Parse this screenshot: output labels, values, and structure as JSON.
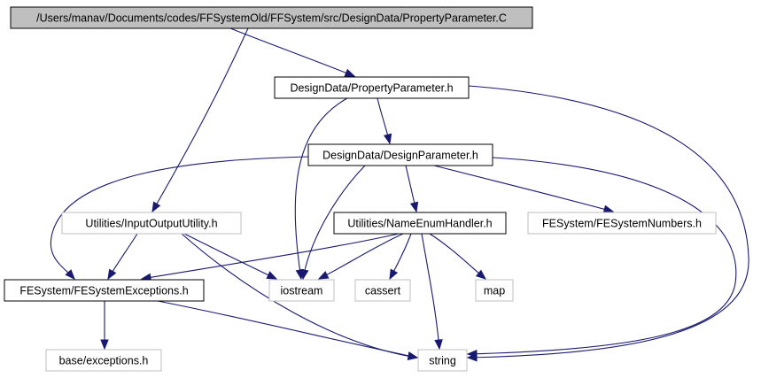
{
  "diagram": {
    "nodes": [
      {
        "id": "n_property_c",
        "label": "/Users/manav/Documents/codes/FFSystemOld/FFSystem/src/DesignData/PropertyParameter.C",
        "style": "filled"
      },
      {
        "id": "n_property_h",
        "label": "DesignData/PropertyParameter.h",
        "style": "bold"
      },
      {
        "id": "n_design_h",
        "label": "DesignData/DesignParameter.h",
        "style": "bold"
      },
      {
        "id": "n_ioutil",
        "label": "Utilities/InputOutputUtility.h",
        "style": "plain"
      },
      {
        "id": "n_nameenum",
        "label": "Utilities/NameEnumHandler.h",
        "style": "bold"
      },
      {
        "id": "n_numbers",
        "label": "FESystem/FESystemNumbers.h",
        "style": "plain"
      },
      {
        "id": "n_exceptions",
        "label": "FESystem/FESystemExceptions.h",
        "style": "bold"
      },
      {
        "id": "n_iostream",
        "label": "iostream",
        "style": "plain"
      },
      {
        "id": "n_cassert",
        "label": "cassert",
        "style": "plain"
      },
      {
        "id": "n_map",
        "label": "map",
        "style": "plain"
      },
      {
        "id": "n_base_exc",
        "label": "base/exceptions.h",
        "style": "plain"
      },
      {
        "id": "n_string",
        "label": "string",
        "style": "plain"
      }
    ],
    "edges": [
      {
        "from": "n_property_c",
        "to": "n_property_h"
      },
      {
        "from": "n_property_c",
        "to": "n_ioutil"
      },
      {
        "from": "n_property_h",
        "to": "n_design_h"
      },
      {
        "from": "n_property_h",
        "to": "n_iostream"
      },
      {
        "from": "n_property_h",
        "to": "n_string"
      },
      {
        "from": "n_design_h",
        "to": "n_exceptions"
      },
      {
        "from": "n_design_h",
        "to": "n_iostream"
      },
      {
        "from": "n_design_h",
        "to": "n_nameenum"
      },
      {
        "from": "n_design_h",
        "to": "n_numbers"
      },
      {
        "from": "n_design_h",
        "to": "n_string"
      },
      {
        "from": "n_ioutil",
        "to": "n_exceptions"
      },
      {
        "from": "n_ioutil",
        "to": "n_iostream"
      },
      {
        "from": "n_ioutil",
        "to": "n_string"
      },
      {
        "from": "n_nameenum",
        "to": "n_exceptions"
      },
      {
        "from": "n_nameenum",
        "to": "n_iostream"
      },
      {
        "from": "n_nameenum",
        "to": "n_cassert"
      },
      {
        "from": "n_nameenum",
        "to": "n_map"
      },
      {
        "from": "n_nameenum",
        "to": "n_string"
      },
      {
        "from": "n_exceptions",
        "to": "n_base_exc"
      },
      {
        "from": "n_exceptions",
        "to": "n_string"
      }
    ],
    "colors": {
      "edge": "#191970",
      "root_fill": "#bfbfbf",
      "undocumented_border": "#bfbfbf",
      "documented_border": "#000000"
    }
  }
}
